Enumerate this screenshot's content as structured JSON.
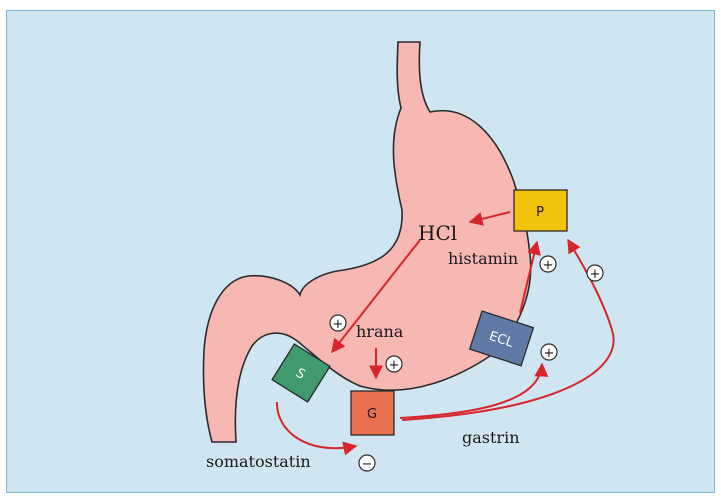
{
  "diagram": {
    "labels": {
      "hcl": "HCl",
      "histamin": "histamin",
      "hrana": "hrana",
      "gastrin": "gastrin",
      "somatostatin": "somatostatin"
    },
    "cells": {
      "p": "P",
      "ecl": "ECL",
      "s": "S",
      "g": "G"
    },
    "signs": {
      "plus": "+",
      "minus": "−"
    }
  },
  "colors": {
    "background": "#cfe6f2",
    "stomach": "#f7b8b4",
    "stomach_outline": "#2b2b2b",
    "arrow": "#d6262b",
    "p_cell": "#f2c20c",
    "ecl_cell": "#5f7aa6",
    "s_cell": "#3f9b6d",
    "g_cell": "#e8704f"
  }
}
